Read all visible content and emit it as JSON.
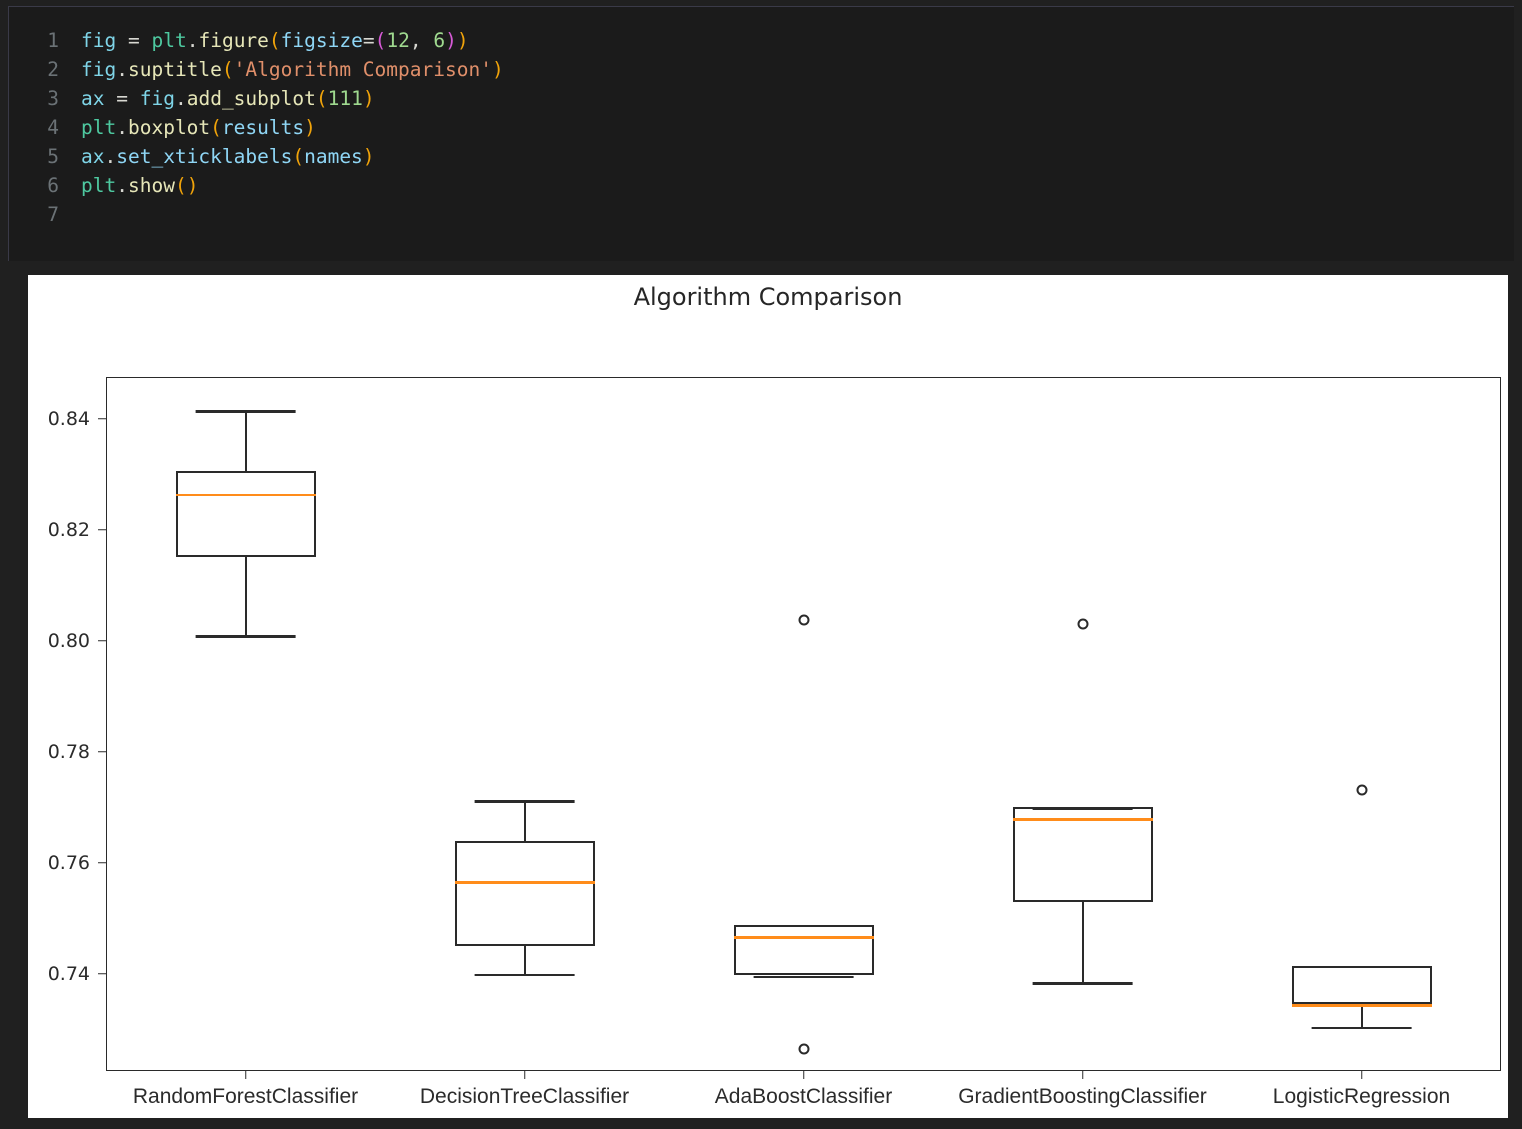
{
  "editor": {
    "lines": [
      {
        "num": "1",
        "tokens": [
          {
            "t": "fig",
            "c": "t-var"
          },
          {
            "t": " ",
            "c": "t-op"
          },
          {
            "t": "=",
            "c": "t-op"
          },
          {
            "t": " ",
            "c": "t-op"
          },
          {
            "t": "plt",
            "c": "t-mod"
          },
          {
            "t": ".",
            "c": "code-text"
          },
          {
            "t": "figure",
            "c": "t-fn"
          },
          {
            "t": "(",
            "c": "t-paren"
          },
          {
            "t": "figsize",
            "c": "t-arg"
          },
          {
            "t": "=",
            "c": "t-op"
          },
          {
            "t": "(",
            "c": "t-paren2"
          },
          {
            "t": "12",
            "c": "t-num"
          },
          {
            "t": ", ",
            "c": "code-text"
          },
          {
            "t": "6",
            "c": "t-num"
          },
          {
            "t": ")",
            "c": "t-paren2"
          },
          {
            "t": ")",
            "c": "t-paren"
          }
        ]
      },
      {
        "num": "2",
        "tokens": [
          {
            "t": "fig",
            "c": "t-var"
          },
          {
            "t": ".",
            "c": "code-text"
          },
          {
            "t": "suptitle",
            "c": "t-fn"
          },
          {
            "t": "(",
            "c": "t-paren"
          },
          {
            "t": "'Algorithm Comparison'",
            "c": "t-str"
          },
          {
            "t": ")",
            "c": "t-paren"
          }
        ]
      },
      {
        "num": "3",
        "tokens": [
          {
            "t": "ax",
            "c": "t-var"
          },
          {
            "t": " ",
            "c": "t-op"
          },
          {
            "t": "=",
            "c": "t-op"
          },
          {
            "t": " ",
            "c": "t-op"
          },
          {
            "t": "fig",
            "c": "t-var"
          },
          {
            "t": ".",
            "c": "code-text"
          },
          {
            "t": "add_subplot",
            "c": "t-fn"
          },
          {
            "t": "(",
            "c": "t-paren"
          },
          {
            "t": "111",
            "c": "t-num"
          },
          {
            "t": ")",
            "c": "t-paren"
          }
        ]
      },
      {
        "num": "4",
        "tokens": [
          {
            "t": "plt",
            "c": "t-mod"
          },
          {
            "t": ".",
            "c": "code-text"
          },
          {
            "t": "boxplot",
            "c": "t-fn"
          },
          {
            "t": "(",
            "c": "t-paren"
          },
          {
            "t": "results",
            "c": "t-arg"
          },
          {
            "t": ")",
            "c": "t-paren"
          }
        ]
      },
      {
        "num": "5",
        "tokens": [
          {
            "t": "ax",
            "c": "t-var"
          },
          {
            "t": ".",
            "c": "code-text"
          },
          {
            "t": "set_xticklabels",
            "c": "t-arg"
          },
          {
            "t": "(",
            "c": "t-paren"
          },
          {
            "t": "names",
            "c": "t-arg"
          },
          {
            "t": ")",
            "c": "t-paren"
          }
        ]
      },
      {
        "num": "6",
        "tokens": [
          {
            "t": "plt",
            "c": "t-mod"
          },
          {
            "t": ".",
            "c": "code-text"
          },
          {
            "t": "show",
            "c": "t-fn"
          },
          {
            "t": "(",
            "c": "t-paren"
          },
          {
            "t": ")",
            "c": "t-paren"
          }
        ]
      },
      {
        "num": "7",
        "tokens": []
      }
    ],
    "code_source": "fig = plt.figure(figsize=(12, 6))\nfig.suptitle('Algorithm Comparison')\nax = fig.add_subplot(111)\nplt.boxplot(results)\nax.set_xticklabels(names)\nplt.show()\n"
  },
  "figure": {
    "title": "Algorithm Comparison"
  },
  "chart_data": {
    "type": "box",
    "title": "Algorithm Comparison",
    "xlabel": "",
    "ylabel": "",
    "ylim": [
      0.7225,
      0.8475
    ],
    "yticks": [
      0.74,
      0.76,
      0.78,
      0.8,
      0.82,
      0.84
    ],
    "ytick_labels": [
      "0.74",
      "0.76",
      "0.78",
      "0.80",
      "0.82",
      "0.84"
    ],
    "grid": false,
    "legend": null,
    "median_color": "#ff8c1a",
    "box_color": "#2a2a2a",
    "categories": [
      "RandomForestClassifier",
      "DecisionTreeClassifier",
      "AdaBoostClassifier",
      "GradientBoostingClassifier",
      "LogisticRegression"
    ],
    "boxes": [
      {
        "name": "RandomForestClassifier",
        "whisker_low": 0.801,
        "q1": 0.815,
        "median": 0.8265,
        "q3": 0.8305,
        "whisker_high": 0.8415,
        "fliers": []
      },
      {
        "name": "DecisionTreeClassifier",
        "whisker_low": 0.74,
        "q1": 0.745,
        "median": 0.7567,
        "q3": 0.764,
        "whisker_high": 0.7713,
        "fliers": []
      },
      {
        "name": "AdaBoostClassifier",
        "whisker_low": 0.7397,
        "q1": 0.7397,
        "median": 0.7468,
        "q3": 0.7488,
        "whisker_high": 0.7488,
        "fliers": [
          0.8038,
          0.7265
        ]
      },
      {
        "name": "GradientBoostingClassifier",
        "whisker_low": 0.7385,
        "q1": 0.753,
        "median": 0.768,
        "q3": 0.77,
        "whisker_high": 0.77,
        "fliers": [
          0.803
        ]
      },
      {
        "name": "LogisticRegression",
        "whisker_low": 0.7305,
        "q1": 0.7345,
        "median": 0.7345,
        "q3": 0.7415,
        "whisker_high": 0.7415,
        "fliers": [
          0.7732
        ]
      }
    ]
  }
}
